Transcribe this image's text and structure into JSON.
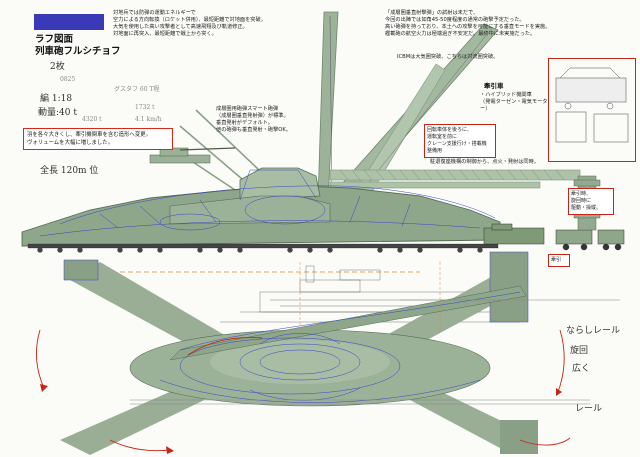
{
  "page": {
    "title": "ラフ図面\n列車砲フルシチョフ",
    "note_top_center": "対地兵では防弾の運動エネルギーで\n空力による方向転換（ロケット併用）、最短距離で対地面を突破。\n大気を使用した高い攻撃者として高速飛翔及び軌道修正。\n対地面に再突入、最短距離で戦上から突く。",
    "note_top_right": "「成層圏垂直射撃弾」の試射は未だで、\n今回の出陣では如角45-50度程度の通常の砲撃予定だった。\n高い砲弾を持っており、本土への攻撃を可能にする垂直モードを実施。\n艦載砲の航空火力は極端過ぎ不安定だ。最終中に未実施だった。",
    "note_icbm": "ICBMは大気圏突破、こちらは対流圏突破。",
    "note_mid": "成層圏用砲弾スマート砲弾\n（成層圏垂直発射弾）が標準。\n垂直発射がデフォルト。\n他の砲弾も垂直発射・砲撃OK。",
    "note_lower": "衝撃波対策で砲口を広げる。\n駐退復座機構の制御から、点火・発射は同時。",
    "red_box_left": "羽を各々大きくし、牽引機関車を含む造形へ変更。\nヴォリュームを大幅に増しました。",
    "hand_notes": [
      "2枚",
      "編 1:18",
      "動量:40 t",
      "4320 t",
      "全長 120m 位",
      "0825",
      "グスタフ 60 T程",
      "1732 t",
      "4.1 km/h"
    ],
    "towing": {
      "heading": "牽引車",
      "sub": "・ハイブリッド機関車\n（発電ターゼン・電気モーター）",
      "explain": "回転車体を後ろに、\n運転室を前に\nクレーン支援行け・搭載機\n整備用",
      "tag1": "牽引時、\n旋回時に\n駆動・操縦。",
      "tag2": "牽引"
    },
    "hand_right": [
      "ならしレール",
      "旋回",
      "広く",
      "レール"
    ],
    "colors": {
      "accent": "#d42a1a",
      "title_bar": "#3a3ab8",
      "gun_green": "#8ea689",
      "sketch_blue": "#3747c7"
    }
  }
}
